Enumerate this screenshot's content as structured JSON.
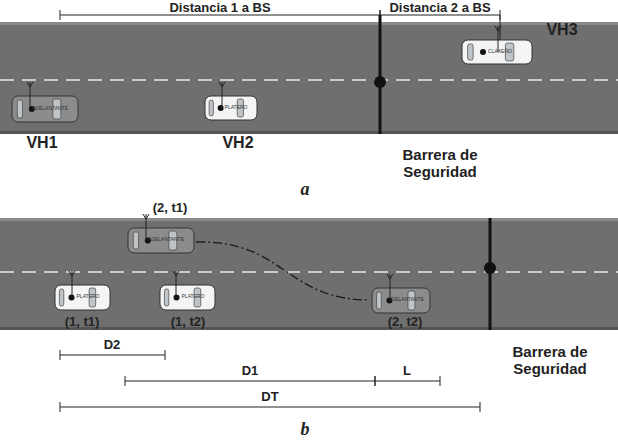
{
  "diagram": {
    "labels": [
      "Distancia 1 a BS",
      "Distancia 2 a BS",
      "VH3",
      "VH1",
      "VH2",
      "Barrera de Seguridad",
      "a",
      "ADELANTANTE",
      "PLATERO",
      "CLAXEÑO",
      "(2, t1)",
      "ADELANTANTE",
      "(1, t1)",
      "PLATERO",
      "(1, t2)",
      "PLATERO",
      "(2, t2)",
      "ADELANTANTE",
      "D2",
      "D1",
      "L",
      "DT",
      "Barrera de Seguridad",
      "b"
    ]
  }
}
